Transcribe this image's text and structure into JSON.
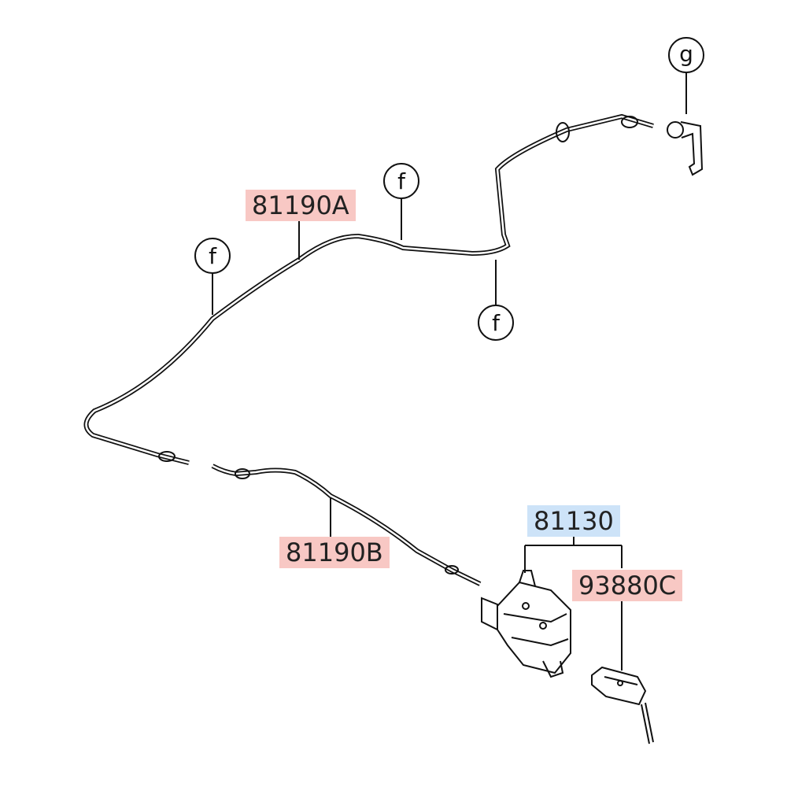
{
  "labels": {
    "cable_a": "81190A",
    "cable_b": "81190B",
    "latch": "81130",
    "switch": "93880C"
  },
  "callouts": {
    "f1": "f",
    "f2": "f",
    "f3": "f",
    "g": "g"
  },
  "colors": {
    "pink": "#f8c8c4",
    "blue": "#cde3f8",
    "line": "#111111"
  }
}
